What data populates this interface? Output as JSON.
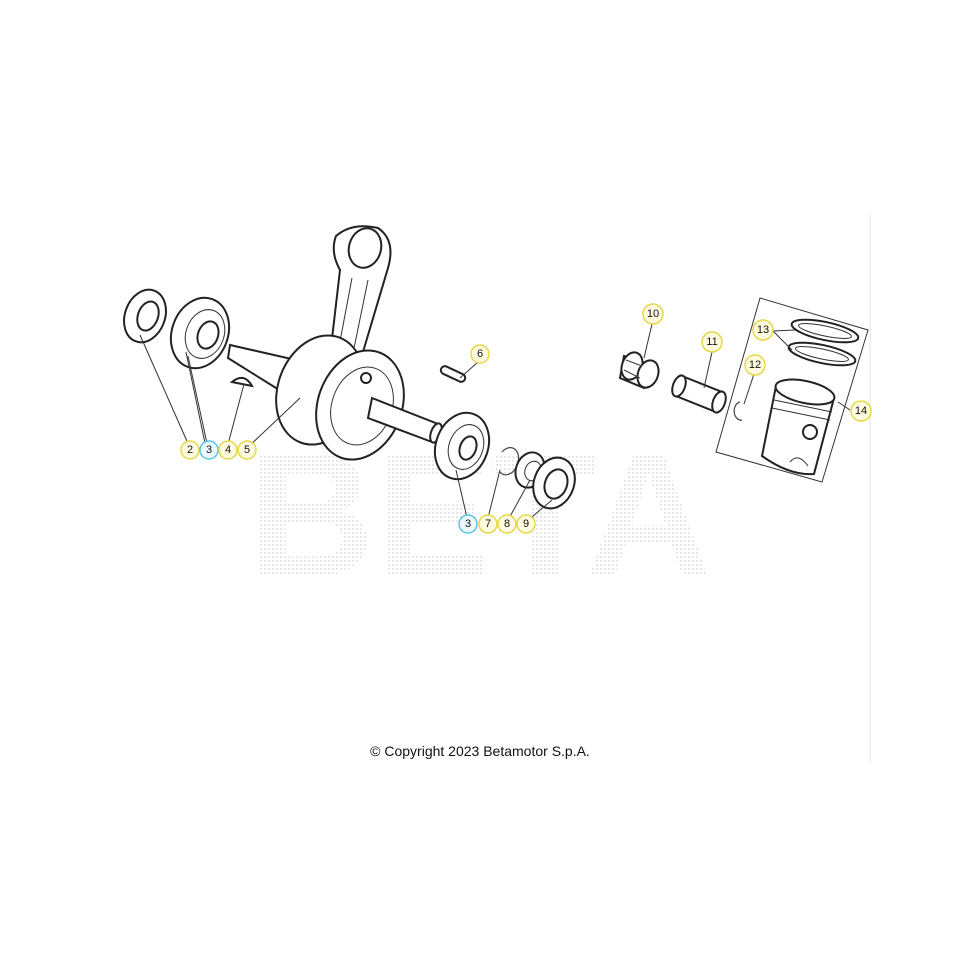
{
  "callouts": [
    {
      "id": "c2",
      "label": "2",
      "ring": "#e6d84a"
    },
    {
      "id": "c3a",
      "label": "3",
      "ring": "#5cc6e0"
    },
    {
      "id": "c4",
      "label": "4",
      "ring": "#e6d84a"
    },
    {
      "id": "c5",
      "label": "5",
      "ring": "#e6d84a"
    },
    {
      "id": "c6",
      "label": "6",
      "ring": "#e6d84a"
    },
    {
      "id": "c3b",
      "label": "3",
      "ring": "#5cc6e0"
    },
    {
      "id": "c7",
      "label": "7",
      "ring": "#e6d84a"
    },
    {
      "id": "c8",
      "label": "8",
      "ring": "#e6d84a"
    },
    {
      "id": "c9",
      "label": "9",
      "ring": "#e6d84a"
    },
    {
      "id": "c10",
      "label": "10",
      "ring": "#e6d84a"
    },
    {
      "id": "c11",
      "label": "11",
      "ring": "#e6d84a"
    },
    {
      "id": "c12",
      "label": "12",
      "ring": "#e6d84a"
    },
    {
      "id": "c13",
      "label": "13",
      "ring": "#e6d84a"
    },
    {
      "id": "c14",
      "label": "14",
      "ring": "#e6d84a"
    }
  ],
  "watermark": "BETA",
  "copyright": "© Copyright 2023 Betamotor S.p.A."
}
